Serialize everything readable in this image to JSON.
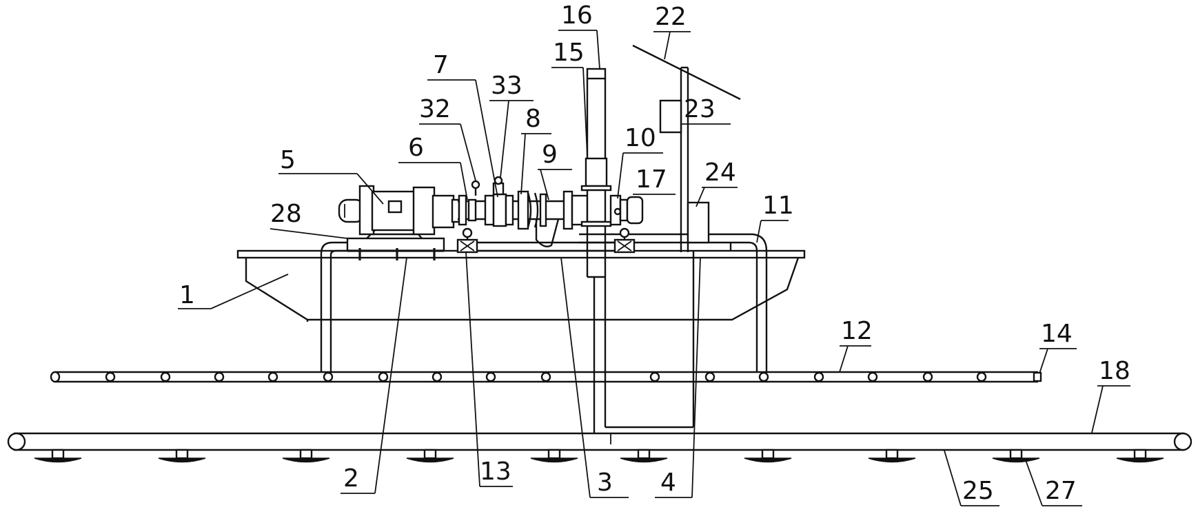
{
  "colors": {
    "ink": "#111111",
    "paper": "#ffffff"
  },
  "callouts": [
    "1",
    "2",
    "3",
    "4",
    "5",
    "6",
    "7",
    "8",
    "9",
    "10",
    "11",
    "12",
    "13",
    "14",
    "15",
    "16",
    "17",
    "18",
    "22",
    "23",
    "24",
    "25",
    "27",
    "28",
    "32",
    "33"
  ]
}
